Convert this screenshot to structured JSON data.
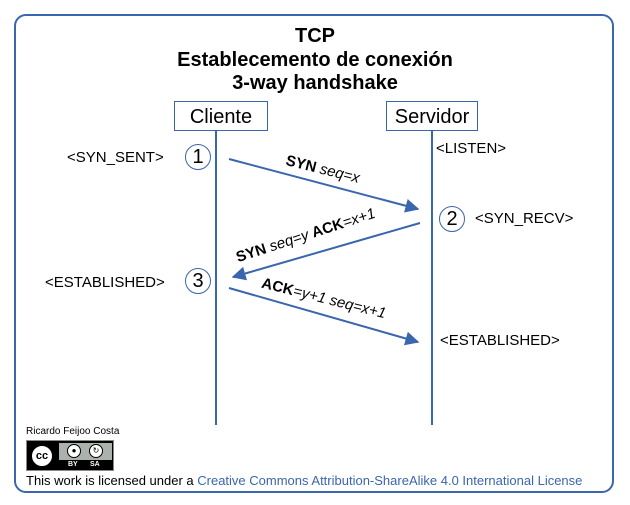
{
  "title": {
    "line1": "TCP",
    "line2": "Establecemento de conexión",
    "line3": "3-way handshake"
  },
  "actors": {
    "client": "Cliente",
    "server": "Servidor"
  },
  "states": {
    "syn_sent": "<SYN_SENT>",
    "listen": "<LISTEN>",
    "syn_recv": "<SYN_RECV>",
    "established_client": "<ESTABLISHED>",
    "established_server": "<ESTABLISHED>"
  },
  "steps": [
    "1",
    "2",
    "3"
  ],
  "messages": [
    {
      "flags": "SYN",
      "params": " seq=x"
    },
    {
      "flags": "SYN",
      "params": " seq=y ",
      "flags2": "ACK",
      "params2": "=x+1"
    },
    {
      "flags": "ACK",
      "params": "=y+1 seq=x+1"
    }
  ],
  "footer": {
    "author": "Ricardo Feijoo Costa",
    "badge_cc": "cc",
    "badge_by": "BY",
    "badge_sa": "SA",
    "license_prefix": "This work is licensed under a ",
    "license_link": "Creative Commons Attribution-ShareAlike 4.0 International License"
  },
  "colors": {
    "accent": "#3a66ad"
  }
}
